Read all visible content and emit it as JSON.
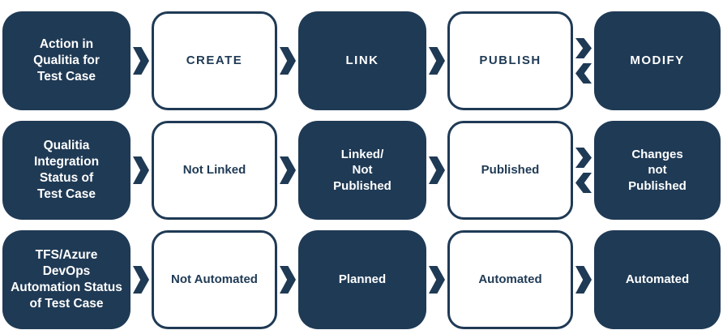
{
  "colors": {
    "navy": "#1f3a55",
    "background": "#ffffff"
  },
  "diagram": {
    "rows": [
      {
        "label": "Action in\nQualitia for\nTest Case",
        "steps": [
          {
            "text": "CREATE"
          },
          {
            "text": "LINK"
          },
          {
            "text": "PUBLISH"
          },
          {
            "text": "MODIFY"
          }
        ],
        "arrows": [
          "right",
          "right",
          "right",
          "both"
        ]
      },
      {
        "label": "Qualitia\nIntegration\nStatus of\nTest Case",
        "steps": [
          {
            "text": "Not Linked"
          },
          {
            "text": "Linked/\nNot\nPublished"
          },
          {
            "text": "Published"
          },
          {
            "text": "Changes\nnot\nPublished"
          }
        ],
        "arrows": [
          "right",
          "right",
          "right",
          "both"
        ]
      },
      {
        "label": "TFS/Azure\nDevOps\nAutomation Status\nof Test Case",
        "steps": [
          {
            "text": "Not Automated"
          },
          {
            "text": "Planned"
          },
          {
            "text": "Automated"
          },
          {
            "text": "Automated"
          }
        ],
        "arrows": [
          "right",
          "right",
          "right",
          "right"
        ]
      }
    ]
  }
}
